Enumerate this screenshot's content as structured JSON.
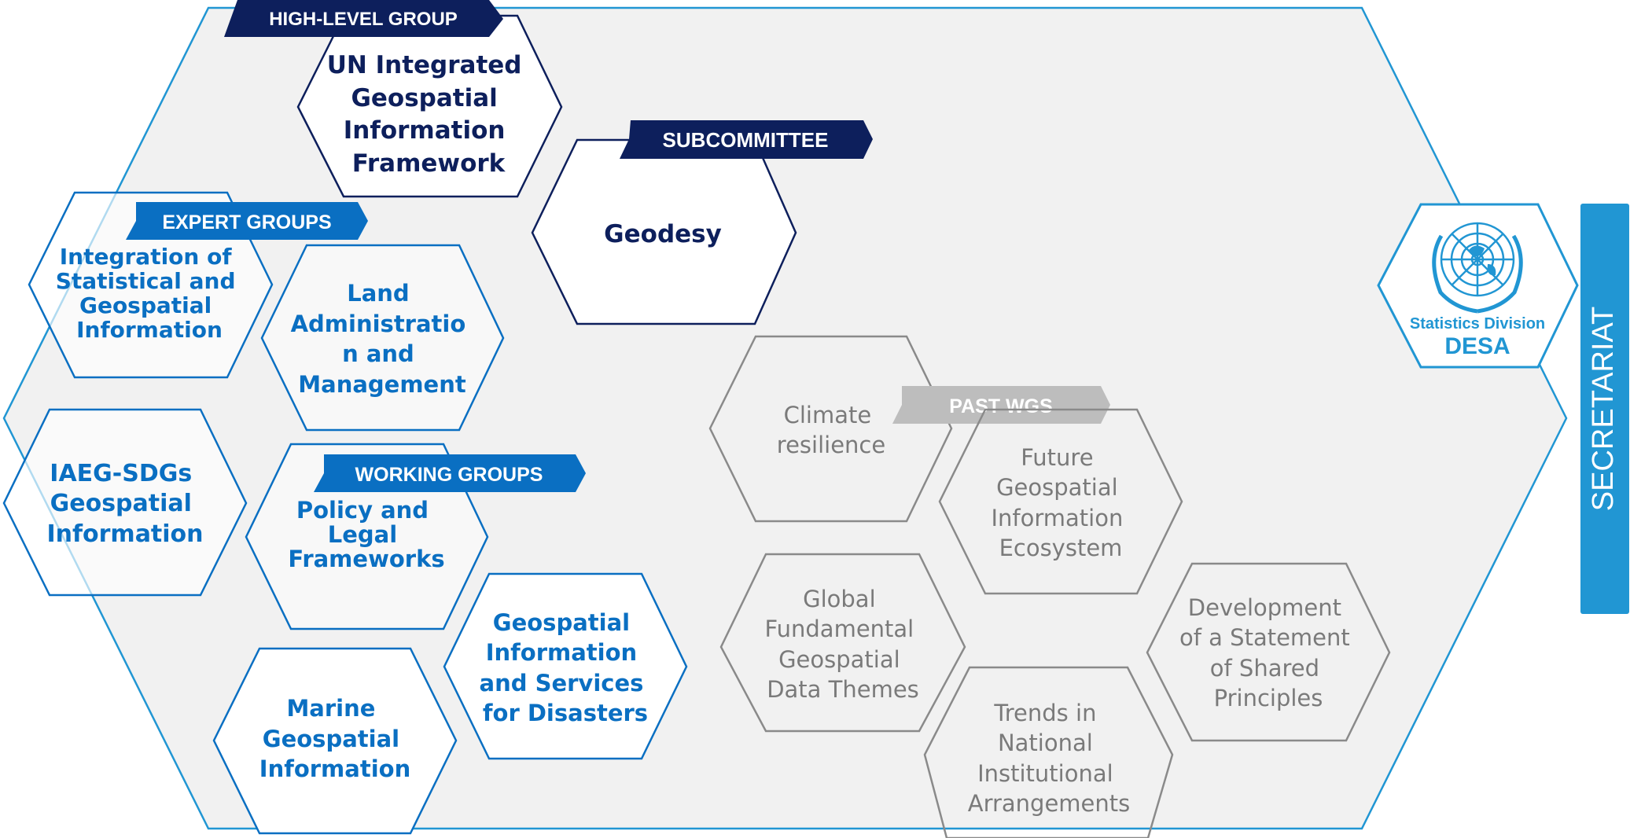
{
  "colors": {
    "navy": "#0d1f5c",
    "blue": "#0a6fc2",
    "light_blue": "#2196d3",
    "grey": "#8a8a8a",
    "grey_text": "#7a7a7a",
    "panel": "#f1f1f1",
    "banner_grey": "#bdbdbd"
  },
  "banners": {
    "high_level": "HIGH-LEVEL GROUP",
    "subcommittee": "SUBCOMMITTEE",
    "expert": "EXPERT GROUPS",
    "working": "WORKING GROUPS",
    "past": "PAST WGS"
  },
  "high_level_group": {
    "lines": [
      "UN Integrated",
      "Geospatial",
      "Information",
      "Framework"
    ]
  },
  "subcommittee": {
    "lines": [
      "Geodesy"
    ]
  },
  "expert_groups": [
    {
      "lines": [
        "Integration of",
        "Statistical and",
        "Geospatial",
        "Information"
      ]
    },
    {
      "lines": [
        "IAEG-SDGs",
        "Geospatial",
        "Information"
      ]
    }
  ],
  "working_groups": [
    {
      "lines": [
        "Land",
        "Administratio",
        "n and",
        "Management"
      ]
    },
    {
      "lines": [
        "Policy and",
        "Legal",
        "Frameworks"
      ]
    },
    {
      "lines": [
        "Geospatial",
        "Information",
        "and Services",
        "for Disasters"
      ]
    },
    {
      "lines": [
        "Marine",
        "Geospatial",
        "Information"
      ]
    }
  ],
  "past_wgs": [
    {
      "lines": [
        "Climate",
        "resilience"
      ]
    },
    {
      "lines": [
        "Future",
        "Geospatial",
        "Information",
        "Ecosystem"
      ]
    },
    {
      "lines": [
        "Global",
        "Fundamental",
        "Geospatial",
        "Data Themes"
      ]
    },
    {
      "lines": [
        "Development",
        "of a Statement",
        "of Shared",
        "Principles"
      ]
    },
    {
      "lines": [
        "Trends in",
        "National",
        "Institutional",
        "Arrangements"
      ]
    }
  ],
  "secretariat": {
    "label": "SECRETARIAT",
    "logo_line1": "Statistics Division",
    "logo_line2": "DESA",
    "logo_icon": "un-emblem-icon"
  }
}
